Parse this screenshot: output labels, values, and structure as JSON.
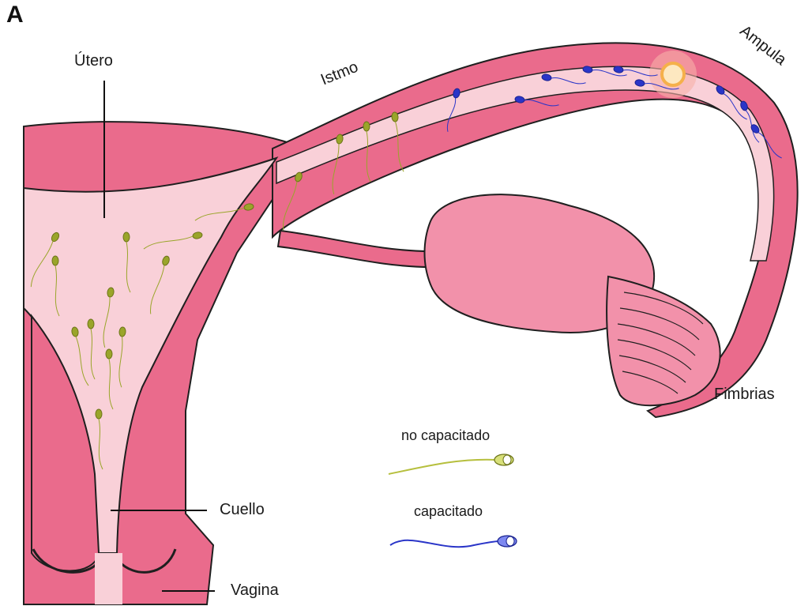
{
  "panel_letter": "A",
  "labels": {
    "utero": "Útero",
    "istmo": "Istmo",
    "ampula": "Ampula",
    "fimbrias": "Fimbrias",
    "cuello": "Cuello",
    "vagina": "Vagina"
  },
  "legend": {
    "uncapacitated": "no capacitado",
    "capacitated": "capacitado"
  },
  "colors": {
    "tissue_dark": "#ea6b8c",
    "tissue_mid": "#f291aa",
    "lumen": "#f9d0d8",
    "outline": "#1f1f1f",
    "sperm_uncapacitated": "#9aa52a",
    "sperm_capacitated": "#2a35c8",
    "oocyte": "#f5b04a"
  }
}
